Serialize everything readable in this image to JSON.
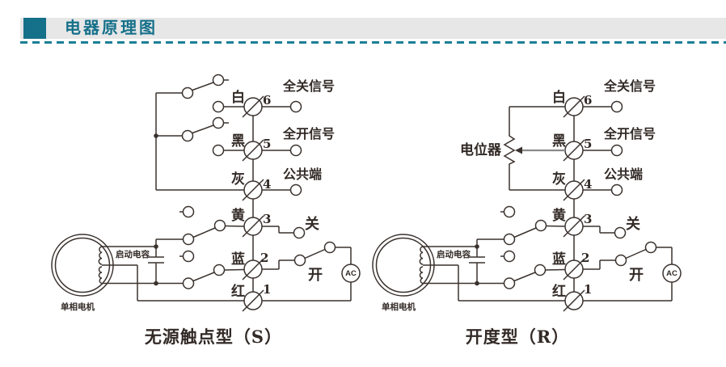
{
  "header": {
    "title": "电器原理图"
  },
  "left": {
    "caption": "无源触点型（S）",
    "motor": "单相电机",
    "capacitor": "启动电容",
    "ac": "AC",
    "close": "关",
    "open": "开",
    "signals": {
      "t6": "全关信号",
      "t5": "全开信号",
      "t4": "公共端"
    },
    "colors": {
      "t6": "白",
      "t5": "黑",
      "t4": "灰",
      "t3": "黄",
      "t2": "蓝",
      "t1": "红"
    },
    "numbers": {
      "t6": "6",
      "t5": "5",
      "t4": "4",
      "t3": "3",
      "t2": "2",
      "t1": "1"
    }
  },
  "right": {
    "caption": "开度型（R）",
    "potentiometer": "电位器",
    "motor": "单相电机",
    "capacitor": "启动电容",
    "ac": "AC",
    "close": "关",
    "open": "开",
    "signals": {
      "t6": "全关信号",
      "t5": "全开信号",
      "t4": "公共端"
    },
    "colors": {
      "t6": "白",
      "t5": "黑",
      "t4": "灰",
      "t3": "黄",
      "t2": "蓝",
      "t1": "红"
    },
    "numbers": {
      "t6": "6",
      "t5": "5",
      "t4": "4",
      "t3": "3",
      "t2": "2",
      "t1": "1"
    }
  }
}
